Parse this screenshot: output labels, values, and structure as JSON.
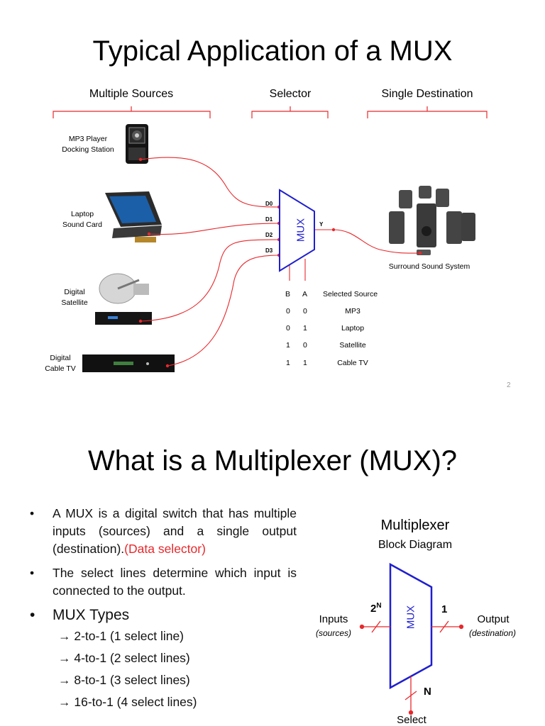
{
  "slide1": {
    "title": "Typical Application of a MUX",
    "headers": {
      "sources": "Multiple Sources",
      "selector": "Selector",
      "destination": "Single Destination"
    },
    "devices": {
      "mp3": [
        "MP3 Player",
        "Docking Station"
      ],
      "laptop": [
        "Laptop",
        "Sound Card"
      ],
      "satellite": [
        "Digital",
        "Satellite"
      ],
      "cable": [
        "Digital",
        "Cable TV"
      ],
      "surround": "Surround Sound System"
    },
    "mux": {
      "label": "MUX",
      "inputs": [
        "D0",
        "D1",
        "D2",
        "D3"
      ],
      "output": "Y"
    },
    "table": {
      "headers": [
        "B",
        "A",
        "Selected Source"
      ],
      "rows": [
        [
          "0",
          "0",
          "MP3"
        ],
        [
          "0",
          "1",
          "Laptop"
        ],
        [
          "1",
          "0",
          "Satellite"
        ],
        [
          "1",
          "1",
          "Cable TV"
        ]
      ]
    },
    "page_number": "2"
  },
  "slide2": {
    "title": "What is a Multiplexer (MUX)?",
    "bullet1": {
      "text": "A MUX is a digital switch that has multiple inputs (sources) and a single output (destination).",
      "highlight": "(Data selector)"
    },
    "bullet2": "The select lines determine which input is connected to the output.",
    "bullet3": "MUX Types",
    "types": [
      "→ 2-to-1 (1 select line)",
      "→ 4-to-1 (2 select lines)",
      "→ 8-to-1 (3 select lines)",
      "→ 16-to-1 (4 select lines)"
    ],
    "diagram": {
      "title": "Multiplexer",
      "subtitle": "Block Diagram",
      "mux_label": "MUX",
      "inputs_label": "Inputs",
      "inputs_sub": "(sources)",
      "output_label": "Output",
      "output_sub": "(destination)",
      "input_bits": "2",
      "input_bits_sup": "N",
      "output_bits": "1",
      "select_bits": "N",
      "select_label": "Select"
    }
  }
}
